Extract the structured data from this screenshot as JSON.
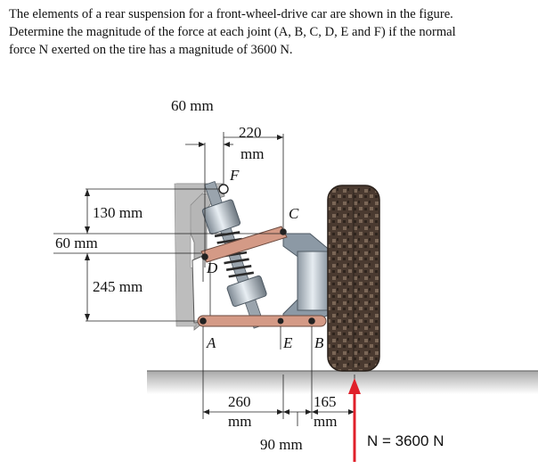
{
  "problem": {
    "line1": "The elements of a rear suspension for a front-wheel-drive car are shown in the figure.",
    "line2": "Determine the magnitude of the force at each joint (A, B, C, D, E and F) if the normal",
    "line3": "force N exerted on the tire has a magnitude of 3600 N."
  },
  "figure": {
    "dim_60_top": "60 mm",
    "dim_220_num": "220",
    "dim_220_unit": "mm",
    "dim_130": "130 mm",
    "dim_60_left": "60 mm",
    "dim_245": "245 mm",
    "dim_260_num": "260",
    "dim_260_unit": "mm",
    "dim_165_num": "165",
    "dim_165_unit": "mm",
    "dim_90": "90 mm",
    "force_label": "N = 3600 N",
    "joints": {
      "A": "A",
      "B": "B",
      "C": "C",
      "D": "D",
      "E": "E",
      "F": "F"
    }
  },
  "colors": {
    "link": "#d49a86",
    "ground": "#b9b9b9",
    "tire": "#4a3a30",
    "force_arrow": "#e0202a",
    "metal": "#b8c2cc"
  }
}
